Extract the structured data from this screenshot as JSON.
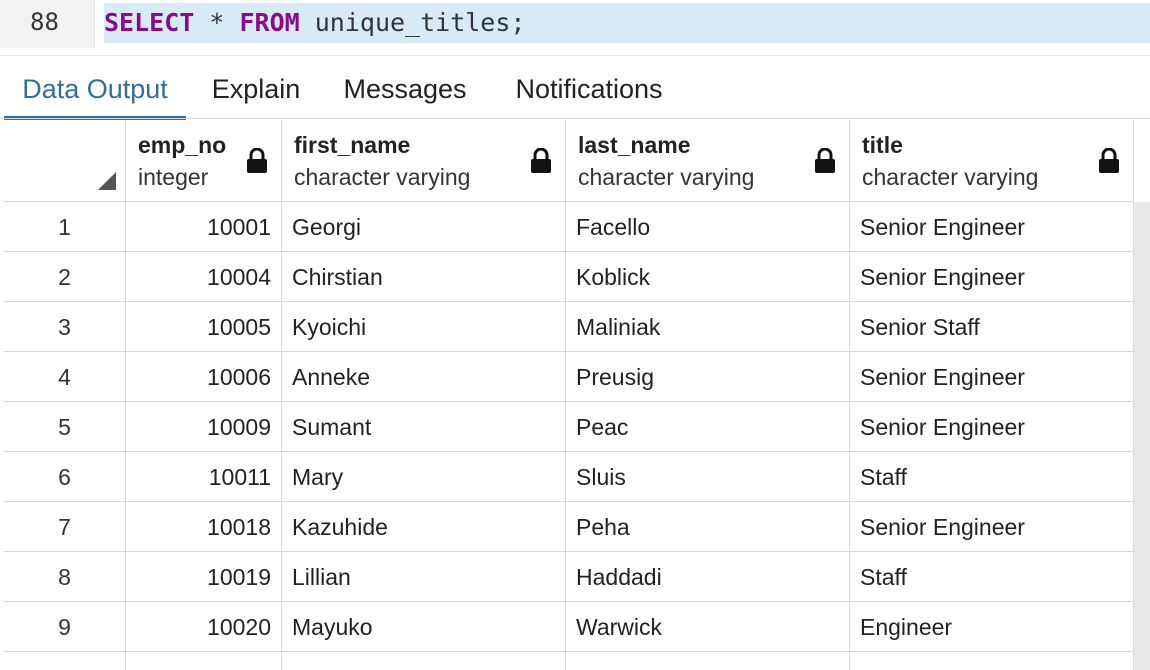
{
  "editor": {
    "line_number": "88",
    "keyword_select": "SELECT",
    "star": " * ",
    "keyword_from": "FROM",
    "rest": " unique_titles;"
  },
  "tabs": [
    {
      "label": "Data Output",
      "active": true
    },
    {
      "label": "Explain",
      "active": false
    },
    {
      "label": "Messages",
      "active": false
    },
    {
      "label": "Notifications",
      "active": false
    }
  ],
  "grid": {
    "columns": [
      {
        "name": "emp_no",
        "type": "integer"
      },
      {
        "name": "first_name",
        "type": "character varying"
      },
      {
        "name": "last_name",
        "type": "character varying"
      },
      {
        "name": "title",
        "type": "character varying"
      }
    ],
    "rows": [
      {
        "n": "1",
        "emp_no": "10001",
        "first_name": "Georgi",
        "last_name": "Facello",
        "title": "Senior Engineer"
      },
      {
        "n": "2",
        "emp_no": "10004",
        "first_name": "Chirstian",
        "last_name": "Koblick",
        "title": "Senior Engineer"
      },
      {
        "n": "3",
        "emp_no": "10005",
        "first_name": "Kyoichi",
        "last_name": "Maliniak",
        "title": "Senior Staff"
      },
      {
        "n": "4",
        "emp_no": "10006",
        "first_name": "Anneke",
        "last_name": "Preusig",
        "title": "Senior Engineer"
      },
      {
        "n": "5",
        "emp_no": "10009",
        "first_name": "Sumant",
        "last_name": "Peac",
        "title": "Senior Engineer"
      },
      {
        "n": "6",
        "emp_no": "10011",
        "first_name": "Mary",
        "last_name": "Sluis",
        "title": "Staff"
      },
      {
        "n": "7",
        "emp_no": "10018",
        "first_name": "Kazuhide",
        "last_name": "Peha",
        "title": "Senior Engineer"
      },
      {
        "n": "8",
        "emp_no": "10019",
        "first_name": "Lillian",
        "last_name": "Haddadi",
        "title": "Staff"
      },
      {
        "n": "9",
        "emp_no": "10020",
        "first_name": "Mayuko",
        "last_name": "Warwick",
        "title": "Engineer"
      }
    ]
  }
}
